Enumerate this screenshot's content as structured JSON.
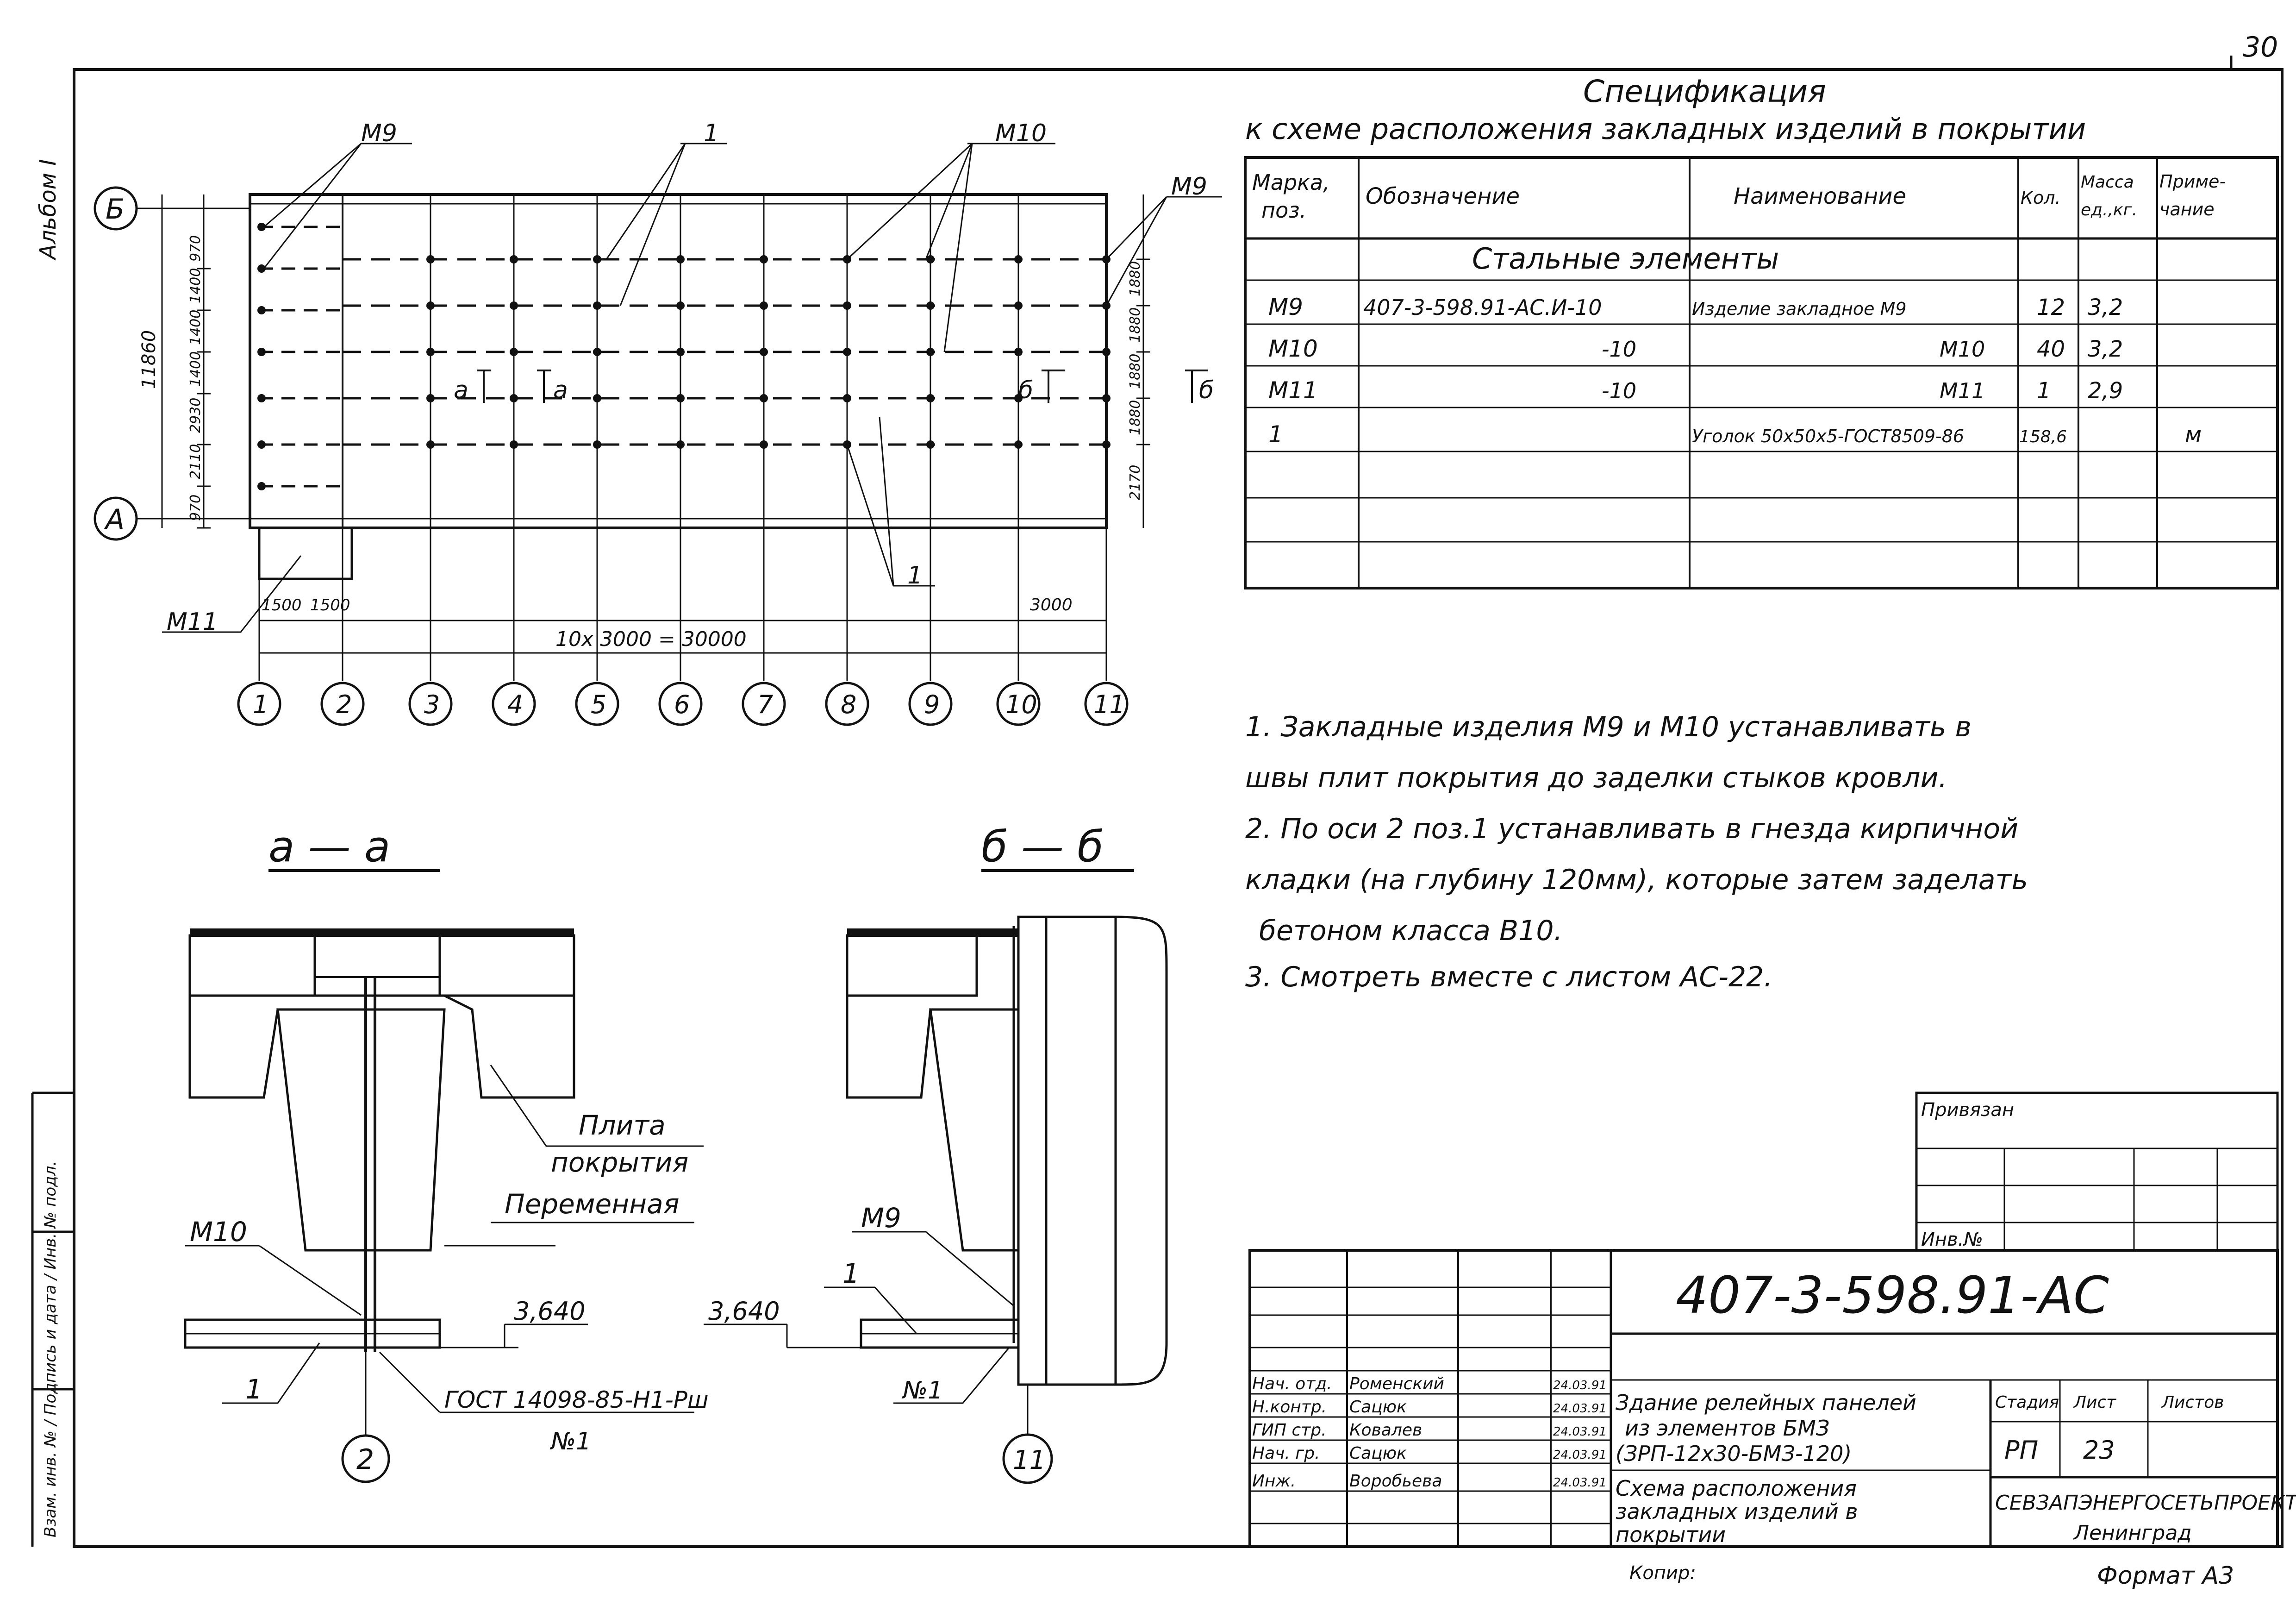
{
  "page_number": "30",
  "album_label": "Альбом I",
  "format_label": "Формат А3",
  "copied_label": "Копир: ",
  "plan": {
    "axes_letters": [
      "Б",
      "А"
    ],
    "axes_numbers": [
      "1",
      "2",
      "3",
      "4",
      "5",
      "6",
      "7",
      "8",
      "9",
      "10",
      "11"
    ],
    "labels": {
      "m9_top_left": "М9",
      "pos1_top": "1",
      "m10_top": "М10",
      "m9_top_right": "М9",
      "m11": "М11",
      "pos1_bottom": "1",
      "section_a_left": "а",
      "section_a_right": "а",
      "section_b_left": "б",
      "section_b_right": "б"
    },
    "dimensions": {
      "overall_height": "11860",
      "left_chain": [
        "970",
        "2110",
        "2930",
        "1400",
        "1400",
        "1400",
        "970"
      ],
      "right_chain": [
        "1880",
        "1880",
        "1880",
        "1880",
        "2170"
      ],
      "bottom_small": [
        "1500",
        "1500"
      ],
      "bottom_total": "10х 3000 = 30000",
      "bottom_right": "3000"
    }
  },
  "spec_table": {
    "title": "Спецификация",
    "subtitle": "к схеме расположения закладных изделий в покрытии",
    "headers": [
      "Марка, поз.",
      "Обозначение",
      "Наименование",
      "Кол.",
      "Масса ед.,кг.",
      "Примечание"
    ],
    "group_title": "Стальные элементы",
    "rows": [
      {
        "mark": "М9",
        "designation": "407-3-598.91-АС.И-10",
        "name": "Изделие закладное  М9",
        "qty": "12",
        "mass": "3,2",
        "note": ""
      },
      {
        "mark": "М10",
        "designation": "-10",
        "name": "М10",
        "qty": "40",
        "mass": "3,2",
        "note": ""
      },
      {
        "mark": "М11",
        "designation": "-10",
        "name": "М11",
        "qty": "1",
        "mass": "2,9",
        "note": ""
      },
      {
        "mark": "1",
        "designation": "",
        "name": "Уголок 50х50х5-ГОСТ8509-86",
        "qty": "158,6",
        "mass": "",
        "note": "м"
      }
    ]
  },
  "notes": [
    "1. Закладные изделия М9 и М10 устанавливать в",
    "швы плит покрытия до заделки стыков кровли.",
    "2. По оси 2 поз.1 устанавливать в гнезда кирпичной",
    "кладки (на глубину 120мм), которые затем заделать",
    "бетоном класса В10.",
    "3. Смотреть вместе с листом АС-22."
  ],
  "section_aa": {
    "title": "а — а",
    "slab_label_1": "Плита",
    "slab_label_2": "покрытия",
    "variable_label": "Переменная",
    "mark": "М10",
    "elevation": "3,640",
    "pos": "1",
    "gost": "ГОСТ 14098-85-Н1-Рш",
    "number": "№1",
    "axis": "2"
  },
  "section_bb": {
    "title": "б — б",
    "mark": "М9",
    "elevation": "3,640",
    "pos": "1",
    "number": "№1",
    "axis": "11"
  },
  "title_block": {
    "bound_label": "Привязан",
    "inv_label": "Инв.№",
    "code": "407-3-598.91-АС",
    "signatures": [
      {
        "role": "Нач. отд.",
        "name": "Роменский",
        "date": "24.03.91"
      },
      {
        "role": "Н.контр.",
        "name": "Сацюк",
        "date": "24.03.91"
      },
      {
        "role": "ГИП стр.",
        "name": "Ковалев",
        "date": "24.03.91"
      },
      {
        "role": "Нач. гр.",
        "name": "Сацюк",
        "date": "24.03.91"
      },
      {
        "role": "Инж.",
        "name": "Воробьева",
        "date": "24.03.91"
      }
    ],
    "building_name": [
      "Здание релейных панелей",
      "из элементов БМЗ",
      "(ЗРП-12х30-БМЗ-120)"
    ],
    "stage_header": "Стадия",
    "sheet_header": "Лист",
    "sheets_header": "Листов",
    "stage": "РП",
    "sheet": "23",
    "sheets": "",
    "drawing_title": [
      "Схема расположения",
      "закладных изделий в",
      "покрытии"
    ],
    "org": "СЕВЗАПЭНЕРГОСЕТЬПРОЕКТ",
    "city": "Ленинград"
  },
  "left_strip": "Взам. инв. № / Подпись и дата / Инв. № подл."
}
